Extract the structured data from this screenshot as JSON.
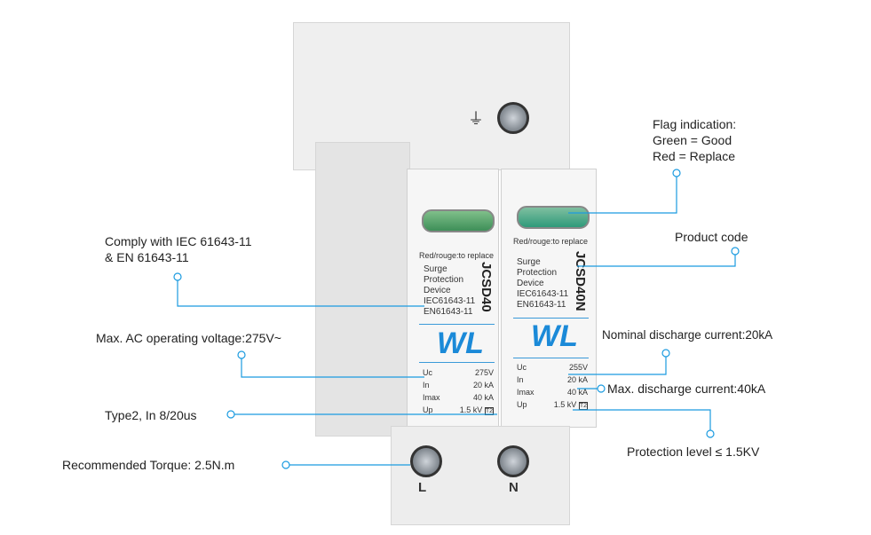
{
  "annotations": {
    "flag_line1": "Flag indication:",
    "flag_line2": "Green = Good",
    "flag_line3": "Red = Replace",
    "product_code": "Product code",
    "comply_line1": "Comply with IEC 61643-11",
    "comply_line2": "& EN 61643-11",
    "max_ac": "Max. AC operating voltage:275V~",
    "nominal": "Nominal discharge current:20kA",
    "max_discharge": "Max. discharge current:40kA",
    "type2": "Type2, In 8/20us",
    "protection": "Protection level ≤ 1.5KV",
    "torque": "Recommended  Torque: 2.5N.m"
  },
  "device": {
    "ground_symbol": "⏚",
    "modules": [
      {
        "replace_text": "Red/rouge:to replace",
        "desc": [
          "Surge",
          "Protection",
          "Device",
          "IEC61643-11",
          "EN61643-11"
        ],
        "code": "JCSD40",
        "logo": "WL",
        "uc_label": "Uc",
        "uc": "275V",
        "in_label": "In",
        "in": "20 kA",
        "imax_label": "Imax",
        "imax": "40 kA",
        "up_label": "Up",
        "up": "1.5 kV",
        "type_badge": "T2"
      },
      {
        "replace_text": "Red/rouge:to replace",
        "desc": [
          "Surge",
          "Protection",
          "Device",
          "IEC61643-11",
          "EN61643-11"
        ],
        "code": "JCSD40N",
        "logo": "WL",
        "uc_label": "Uc",
        "uc": "255V",
        "in_label": "In",
        "in": "20 kA",
        "imax_label": "Imax",
        "imax": "40 kA",
        "up_label": "Up",
        "up": "1.5 kV",
        "type_badge": "T2"
      }
    ],
    "terminal_left": "L",
    "terminal_right": "N"
  },
  "colors": {
    "line": "#1b9be0",
    "logo": "#1b8ad8"
  }
}
